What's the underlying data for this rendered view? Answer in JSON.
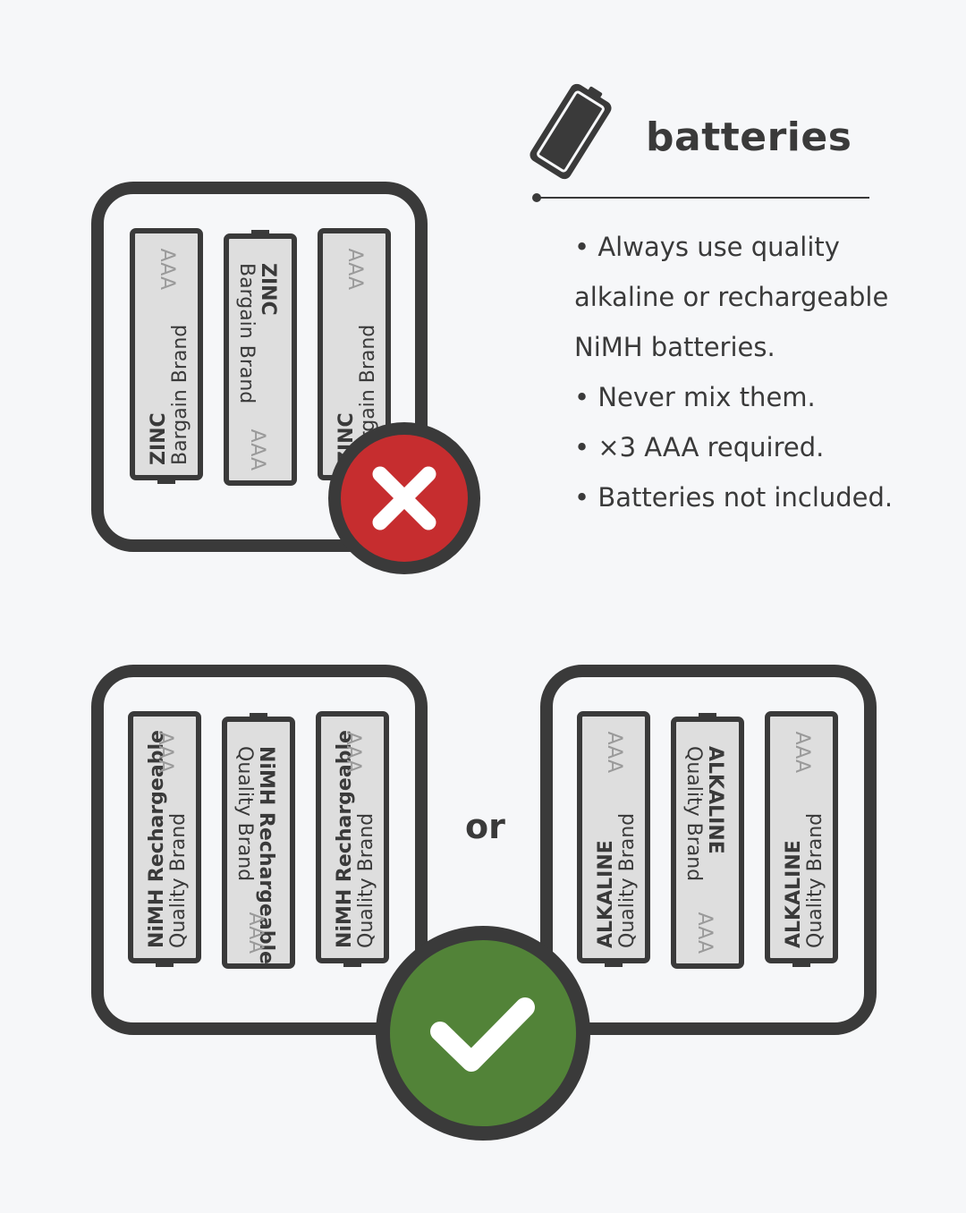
{
  "title": "batteries",
  "bullets": [
    "• Always use quality",
    "alkaline or rechargeable",
    "NiMH batteries.",
    "• Never mix them.",
    "• ×3 AAA required.",
    "• Batteries not included."
  ],
  "separator": "or",
  "bad_tray": {
    "status_icon": "x-icon",
    "status_color": "#c62d2f",
    "batteries": [
      {
        "type": "ZINC",
        "brand": "Bargain Brand",
        "size": "AAA"
      },
      {
        "type": "ZINC",
        "brand": "Bargain Brand",
        "size": "AAA"
      },
      {
        "type": "ZINC",
        "brand": "Bargain Brand",
        "size": "AAA"
      }
    ]
  },
  "good_tray_nimh": {
    "batteries": [
      {
        "type": "NiMH Rechargeable",
        "brand": "Quality Brand",
        "size": "AAA"
      },
      {
        "type": "NiMH Rechargeable",
        "brand": "Quality Brand",
        "size": "AAA"
      },
      {
        "type": "NiMH Rechargeable",
        "brand": "Quality Brand",
        "size": "AAA"
      }
    ]
  },
  "good_tray_alkaline": {
    "batteries": [
      {
        "type": "ALKALINE",
        "brand": "Quality Brand",
        "size": "AAA"
      },
      {
        "type": "ALKALINE",
        "brand": "Quality Brand",
        "size": "AAA"
      },
      {
        "type": "ALKALINE",
        "brand": "Quality Brand",
        "size": "AAA"
      }
    ]
  },
  "check_icon": "checkmark-icon",
  "check_color": "#528338",
  "header_icon": "battery-icon"
}
